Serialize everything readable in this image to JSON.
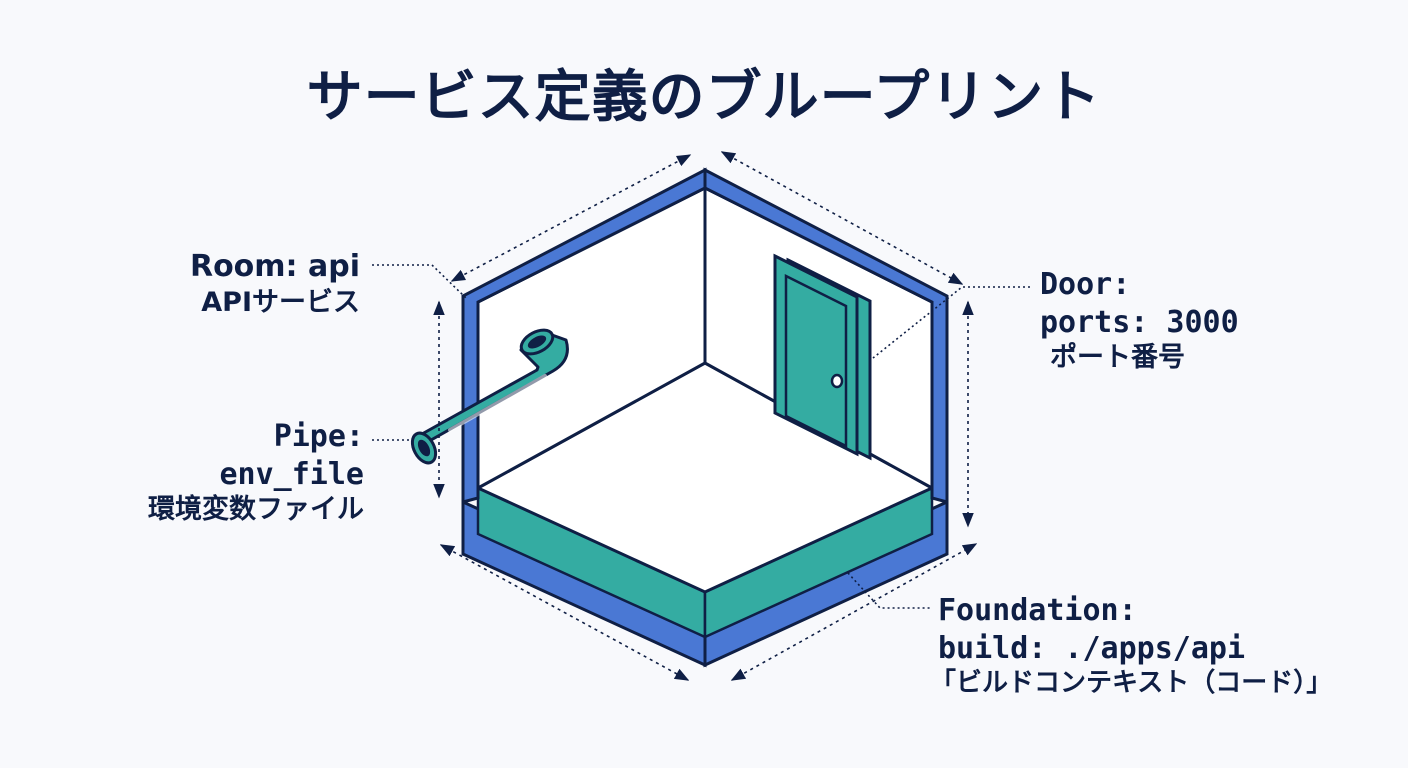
{
  "title": "サービス定義のブループリント",
  "colors": {
    "wall": "#4a78d4",
    "teal": "#34aca2",
    "outline": "#0f1f45",
    "background": "#f8f9fc"
  },
  "labels": {
    "room": {
      "line1": "Room: api",
      "line2": "APIサービス"
    },
    "pipe": {
      "line1": "Pipe:",
      "line2": "env_file",
      "line3": "環境変数ファイル"
    },
    "door": {
      "line1": "Door:",
      "line2": "ports: 3000",
      "line3": "ポート番号"
    },
    "foundation": {
      "line1": "Foundation:",
      "line2": "build: ./apps/api",
      "line3": "「ビルドコンテキスト（コード）」"
    }
  },
  "icons": {
    "pipe": "pipe-icon",
    "door": "door-icon"
  }
}
